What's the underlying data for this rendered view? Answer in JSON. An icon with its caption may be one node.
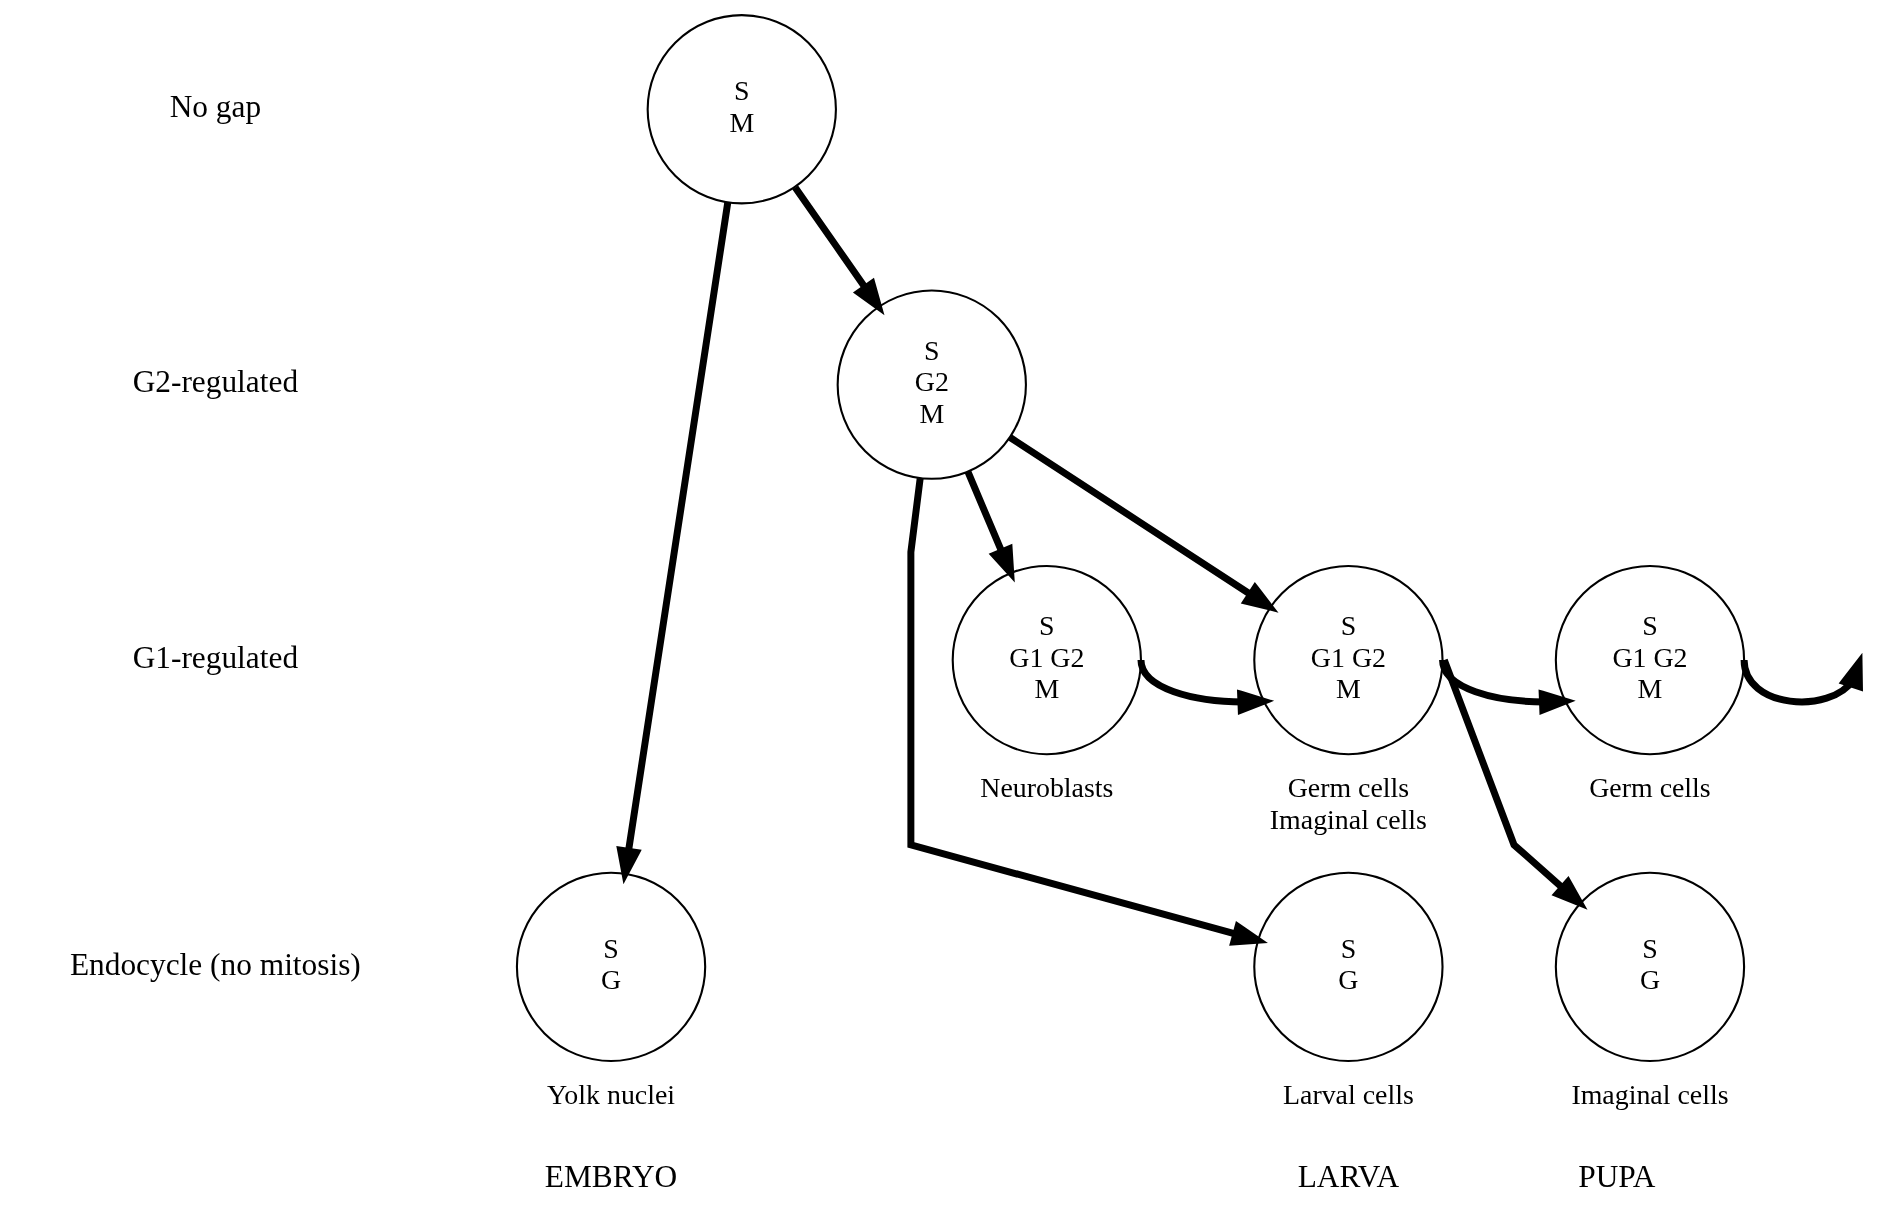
{
  "diagram": {
    "nodes": [
      {
        "text": [
          "S",
          "M"
        ]
      },
      {
        "text": [
          "S",
          "G2",
          "M"
        ]
      },
      {
        "text": [
          "S",
          "G1 G2",
          "M"
        ],
        "beside": [
          "Neuroblasts"
        ]
      },
      {
        "text": [
          "S",
          "G"
        ],
        "beside": [
          "Yolk nuclei"
        ]
      },
      {
        "text": [
          "S",
          "G1 G2",
          "M"
        ],
        "beside": [
          "Germ cells",
          "Imaginal cells"
        ]
      },
      {
        "text": [
          "S",
          "G"
        ],
        "beside": [
          "Larval cells"
        ]
      },
      {
        "text": [
          "S",
          "G1 G2",
          "M"
        ],
        "beside": [
          "Germ cells"
        ]
      },
      {
        "text": [
          "S",
          "G"
        ],
        "beside": [
          "Imaginal cells"
        ]
      }
    ],
    "edges": [
      {
        "from": 0,
        "to": 1,
        "arrow": "to"
      },
      {
        "from": 0,
        "to": 3,
        "arrow": "to"
      },
      {
        "from": 1,
        "to": 2,
        "arrow": "to"
      },
      {
        "from": 1,
        "to": 4,
        "arrow": "to"
      },
      {
        "from": 2,
        "to": 4,
        "arrow": "to"
      },
      {
        "from": 1,
        "to": 5,
        "arrow": "to"
      },
      {
        "from": 4,
        "to": 6,
        "arrow": "to"
      },
      {
        "from": 4,
        "to": 7,
        "arrow": "to"
      },
      {
        "from": 6,
        "to": null,
        "arrow": "to"
      }
    ],
    "labels": [
      "No gap",
      "G2-regulated",
      "G1-regulated",
      "Endocycle (no mitosis)",
      "EMBRYO",
      "LARVA",
      "PUPA"
    ]
  }
}
